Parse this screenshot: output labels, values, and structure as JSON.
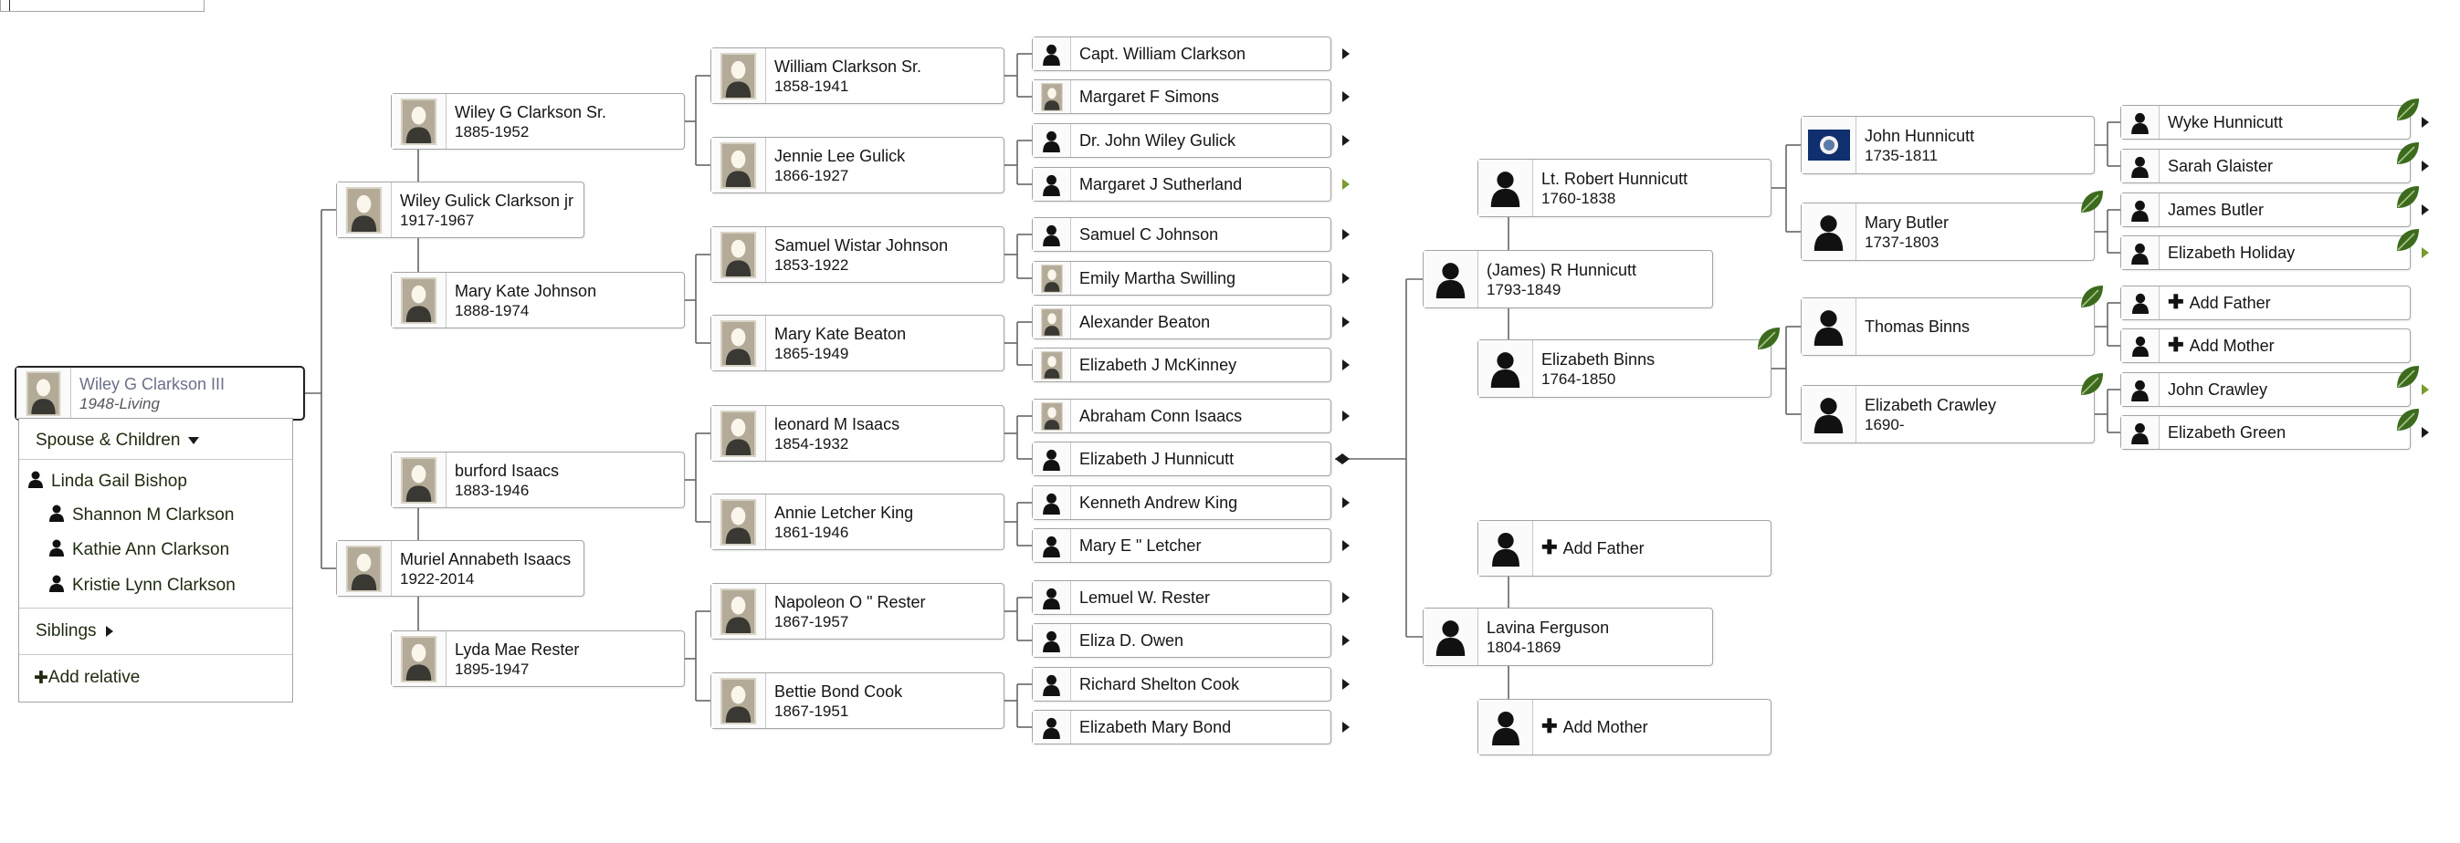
{
  "people": {
    "root": {
      "name": "Wiley G Clarkson III",
      "years": "1948-Living"
    },
    "f": {
      "name": "Wiley Gulick Clarkson jr",
      "years": "1917-1967"
    },
    "m": {
      "name": "Muriel Annabeth Isaacs",
      "years": "1922-2014"
    },
    "ff": {
      "name": "Wiley G Clarkson Sr.",
      "years": "1885-1952"
    },
    "fm": {
      "name": "Mary Kate Johnson",
      "years": "1888-1974"
    },
    "mf": {
      "name": "burford Isaacs",
      "years": "1883-1946"
    },
    "mm": {
      "name": "Lyda Mae Rester",
      "years": "1895-1947"
    },
    "fff": {
      "name": "William Clarkson Sr.",
      "years": "1858-1941"
    },
    "ffm": {
      "name": "Jennie Lee Gulick",
      "years": "1866-1927"
    },
    "fmf": {
      "name": "Samuel Wistar Johnson",
      "years": "1853-1922"
    },
    "fmm": {
      "name": "Mary Kate Beaton",
      "years": "1865-1949"
    },
    "mff": {
      "name": "leonard M Isaacs",
      "years": "1854-1932"
    },
    "mfm": {
      "name": "Annie Letcher King",
      "years": "1861-1946"
    },
    "mmf": {
      "name": "Napoleon O \" Rester",
      "years": "1867-1957"
    },
    "mmm": {
      "name": "Bettie Bond Cook",
      "years": "1867-1951"
    },
    "g1": {
      "name": "Capt. William Clarkson"
    },
    "g2": {
      "name": "Margaret F Simons"
    },
    "g3": {
      "name": "Dr. John Wiley Gulick"
    },
    "g4": {
      "name": "Margaret J Sutherland"
    },
    "g5": {
      "name": "Samuel C Johnson"
    },
    "g6": {
      "name": "Emily Martha Swilling"
    },
    "g7": {
      "name": "Alexander Beaton"
    },
    "g8": {
      "name": "Elizabeth J McKinney"
    },
    "g9": {
      "name": "Abraham Conn Isaacs"
    },
    "g10": {
      "name": "Elizabeth J Hunnicutt"
    },
    "g11": {
      "name": "Kenneth Andrew King"
    },
    "g12": {
      "name": "Mary E \" Letcher"
    },
    "g13": {
      "name": "Lemuel W. Rester"
    },
    "g14": {
      "name": "Eliza D. Owen"
    },
    "g15": {
      "name": "Richard Shelton Cook"
    },
    "g16": {
      "name": "Elizabeth Mary Bond"
    },
    "ex_jrh": {
      "name": "(James) R Hunnicutt",
      "years": "1793-1849"
    },
    "ex_lf": {
      "name": "Lavina Ferguson",
      "years": "1804-1869"
    },
    "ex_rh": {
      "name": "Lt. Robert Hunnicutt",
      "years": "1760-1838"
    },
    "ex_eb": {
      "name": "Elizabeth Binns",
      "years": "1764-1850"
    },
    "ex_jh": {
      "name": "John Hunnicutt",
      "years": "1735-1811"
    },
    "ex_mb": {
      "name": "Mary Butler",
      "years": "1737-1803"
    },
    "ex_tb": {
      "name": "Thomas Binns"
    },
    "ex_ec": {
      "name": "Elizabeth Crawley",
      "years": "1690-"
    },
    "ex_wh": {
      "name": "Wyke Hunnicutt"
    },
    "ex_sg": {
      "name": "Sarah Glaister"
    },
    "ex_jb": {
      "name": "James Butler"
    },
    "ex_eh": {
      "name": "Elizabeth Holiday"
    },
    "ex_jc": {
      "name": "John Crawley"
    },
    "ex_eg": {
      "name": "Elizabeth Green"
    }
  },
  "actions": {
    "add_father": "Add Father",
    "add_mother": "Add Mother",
    "plus": "✚"
  },
  "family_panel": {
    "spouse_children_label": "Spouse & Children",
    "spouse": "Linda Gail Bishop",
    "children": [
      "Shannon M Clarkson",
      "Kathie Ann Clarkson",
      "Kristie Lynn Clarkson"
    ],
    "siblings_label": "Siblings",
    "add_relative_label": "Add relative"
  },
  "icons": {
    "expand_arrow": "expand-right-arrow-icon",
    "hint_leaf": "green-leaf-hint-icon",
    "silhouette": "person-silhouette-icon",
    "photo": "portrait-photo-icon",
    "flag": "state-flag-icon"
  },
  "colors": {
    "connector": "#666666",
    "hint_green": "#3d6b1e",
    "focus_name": "#6b6f8a",
    "panel_link": "#1e2a10"
  }
}
